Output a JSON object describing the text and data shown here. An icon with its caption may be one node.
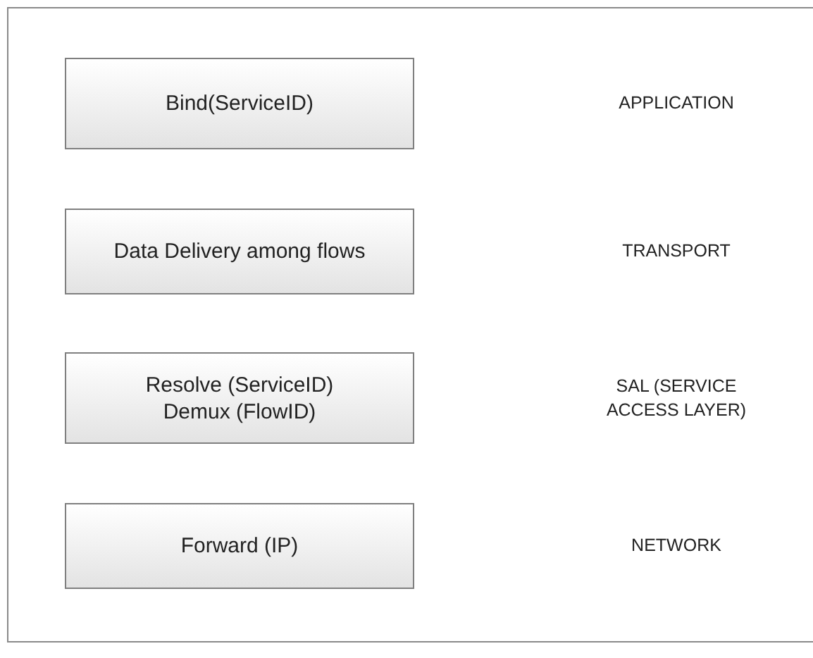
{
  "diagram": {
    "nodes": [
      {
        "text": [
          "Bind(ServiceID)"
        ]
      },
      {
        "text": [
          "Data Delivery among flows"
        ]
      },
      {
        "text": [
          "Resolve (ServiceID)",
          "Demux (FlowID)"
        ]
      },
      {
        "text": [
          "Forward (IP)"
        ]
      }
    ],
    "labels": [
      "APPLICATION",
      "TRANSPORT",
      "SAL (SERVICE ACCESS LAYER)",
      "NETWORK"
    ]
  }
}
